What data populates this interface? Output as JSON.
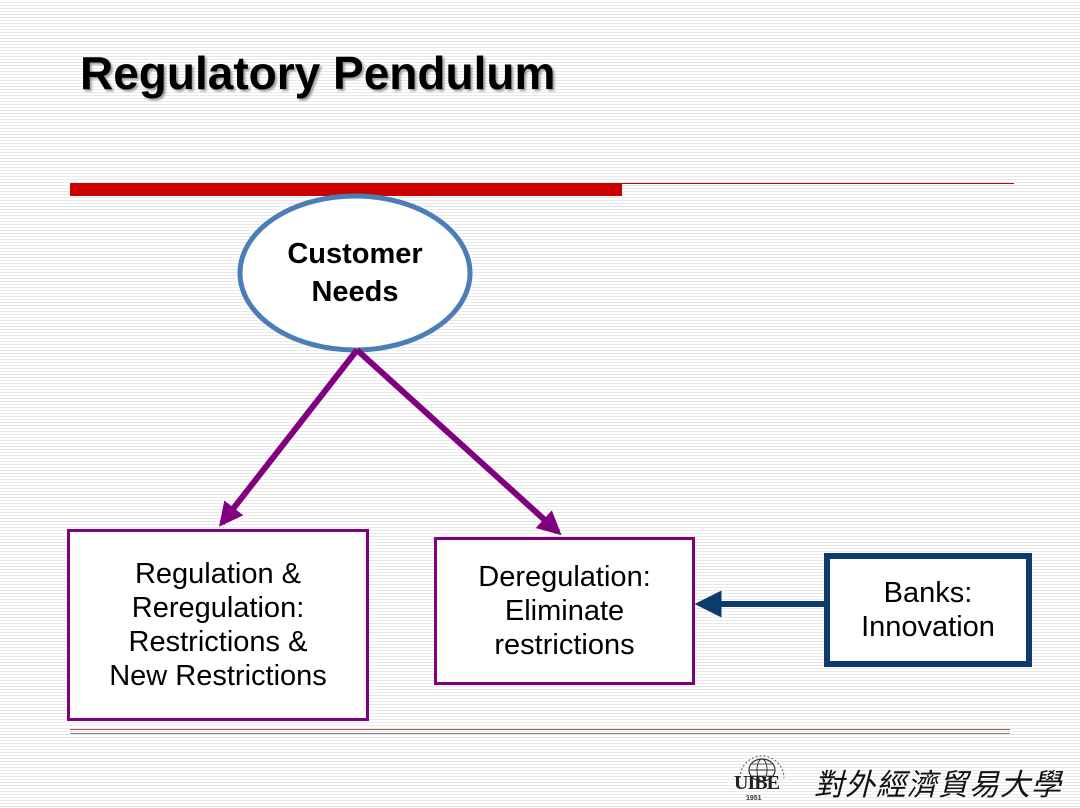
{
  "slide": {
    "title": "Regulatory Pendulum"
  },
  "diagram": {
    "center": {
      "line1": "Customer",
      "line2": "Needs"
    },
    "left_box": {
      "lines": [
        "Regulation &",
        "Reregulation:",
        "Restrictions &",
        "New Restrictions"
      ]
    },
    "middle_box": {
      "lines": [
        "Deregulation:",
        "Eliminate",
        "restrictions"
      ]
    },
    "right_box": {
      "lines": [
        "Banks:",
        "Innovation"
      ]
    }
  },
  "logo": {
    "abbr": "UIBE",
    "year": "1951",
    "name": "對外經濟貿易大學"
  },
  "colors": {
    "accent_red": "#cc0000",
    "ellipse_outline": "#4a7eb5",
    "arrow_purple": "#800080",
    "arrow_navy": "#0c3c6e"
  }
}
